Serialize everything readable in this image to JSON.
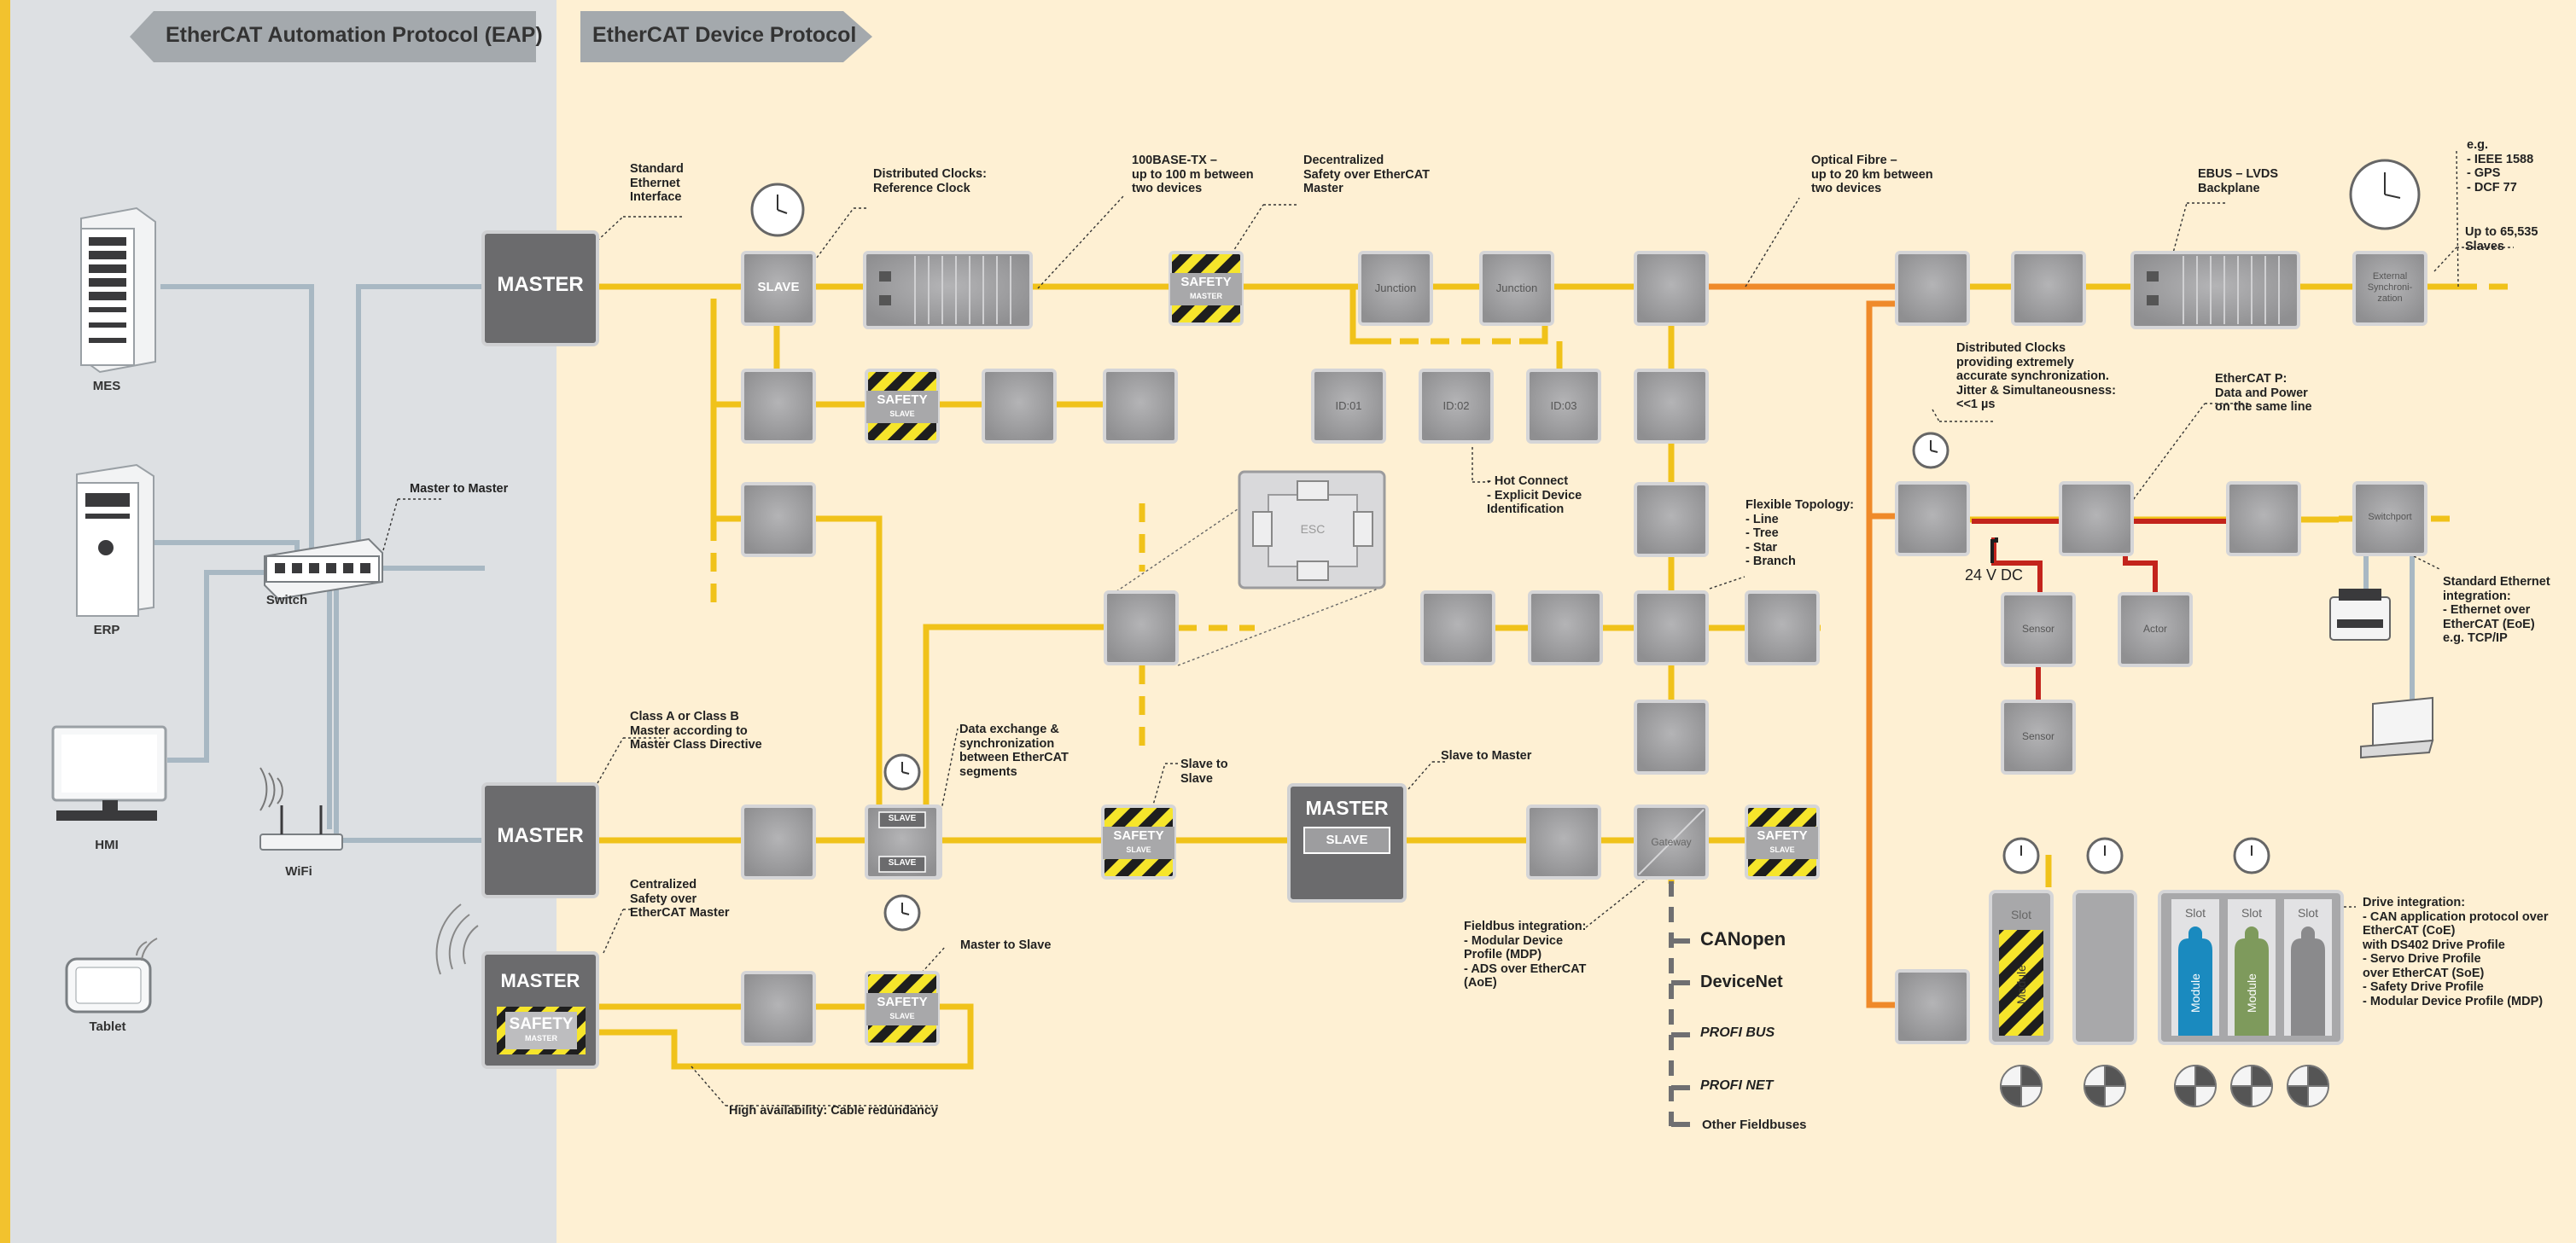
{
  "header": {
    "eap_title": "EtherCAT Automation Protocol (EAP)",
    "device_protocol_title": "EtherCAT Device Protocol"
  },
  "devices": {
    "mes": "MES",
    "erp": "ERP",
    "switch": "Switch",
    "hmi": "HMI",
    "wifi": "WiFi",
    "tablet": "Tablet"
  },
  "blocks": {
    "master": "MASTER",
    "slave": "SLAVE",
    "safety": "SAFETY",
    "safety_sub_master": "MASTER",
    "safety_sub_slave": "SLAVE",
    "junction": "Junction",
    "id01": "ID:01",
    "id02": "ID:02",
    "id03": "ID:03",
    "esc": "ESC",
    "gateway": "Gateway",
    "external_sync": "External\nSynchroni-\nzation",
    "switchport": "Switchport",
    "sensor": "Sensor",
    "actor": "Actor",
    "v24": "24 V DC",
    "slot": "Slot",
    "module": "Module"
  },
  "annotations": {
    "std_eth": "Standard\nEthernet\nInterface",
    "dist_clocks_ref": "Distributed Clocks:\nReference Clock",
    "base_tx": "100BASE-TX –\nup to 100 m between\ntwo devices",
    "decentral_safety": "Decentralized\nSafety over EtherCAT\nMaster",
    "optical": "Optical Fibre –\nup to 20 km between\ntwo devices",
    "ebus": "EBUS – LVDS\nBackplane",
    "eg_sync": "e.g.\n- IEEE 1588\n- GPS\n- DCF 77",
    "up_to_slaves": "Up to 65,535\nSlaves",
    "master_to_master": "Master to Master",
    "dist_clocks_sync": "Distributed Clocks\nproviding extremely\naccurate synchronization.\nJitter & Simultaneousness:\n<<1 µs",
    "ethercat_p": "EtherCAT P:\nData and Power\non the same line",
    "hot_connect": "- Hot Connect\n- Explicit Device\n  Identification",
    "flex_topology": "Flexible Topology:\n- Line\n- Tree\n- Star\n- Branch",
    "std_eth_integration": "Standard Ethernet\nintegration:\n- Ethernet over\n  EtherCAT (EoE)\n  e.g. TCP/IP",
    "class_ab": "Class A or Class B\nMaster according to\nMaster Class Directive",
    "data_exchange": "Data exchange &\nsynchronization\nbetween EtherCAT\nsegments",
    "slave_to_slave": "Slave to\nSlave",
    "slave_to_master": "Slave to Master",
    "central_safety": "Centralized\nSafety over\nEtherCAT Master",
    "master_to_slave": "Master to Slave",
    "fieldbus": "Fieldbus integration:\n- Modular Device\n  Profile (MDP)\n- ADS over EtherCAT\n  (AoE)",
    "drive": "Drive integration:\n- CAN application protocol over\n  EtherCAT (CoE)\n  with DS402 Drive Profile\n- Servo Drive Profile\n  over EtherCAT (SoE)\n- Safety Drive Profile\n- Modular Device Profile (MDP)",
    "high_avail": "High availability: Cable redundancy"
  },
  "fieldbuses": {
    "canopen": "CANopen",
    "devicenet": "DeviceNet",
    "profibus": "PROFI BUS",
    "profinet": "PROFI NET",
    "other": "Other Fieldbuses"
  },
  "colors": {
    "eap_bg": "#dde0e3",
    "device_bg": "#fef0d3",
    "left_stripe": "#f2c22e",
    "ethercat_line": "#f0c21a",
    "fibre_line": "#ef8a2a",
    "ethernet_line": "#a8b8c3",
    "box_fill": "#a8a8aa",
    "master_fill": "#6b6b6d",
    "power_red": "#c3241c"
  }
}
